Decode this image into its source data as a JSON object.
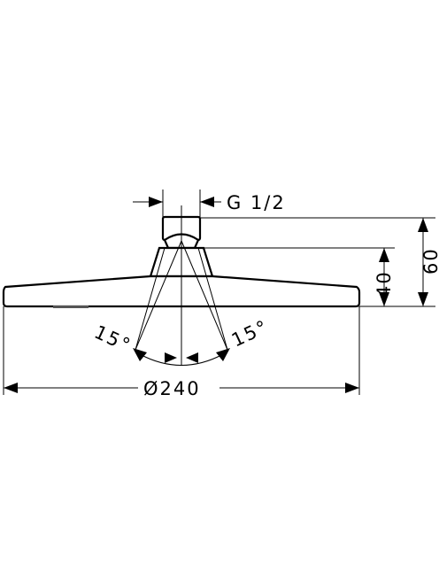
{
  "dimensions": {
    "thread": "G 1/2",
    "height_total": "60",
    "height_body": "40",
    "angle_left": "15°",
    "angle_right": "15°",
    "diameter": "Ø240"
  }
}
